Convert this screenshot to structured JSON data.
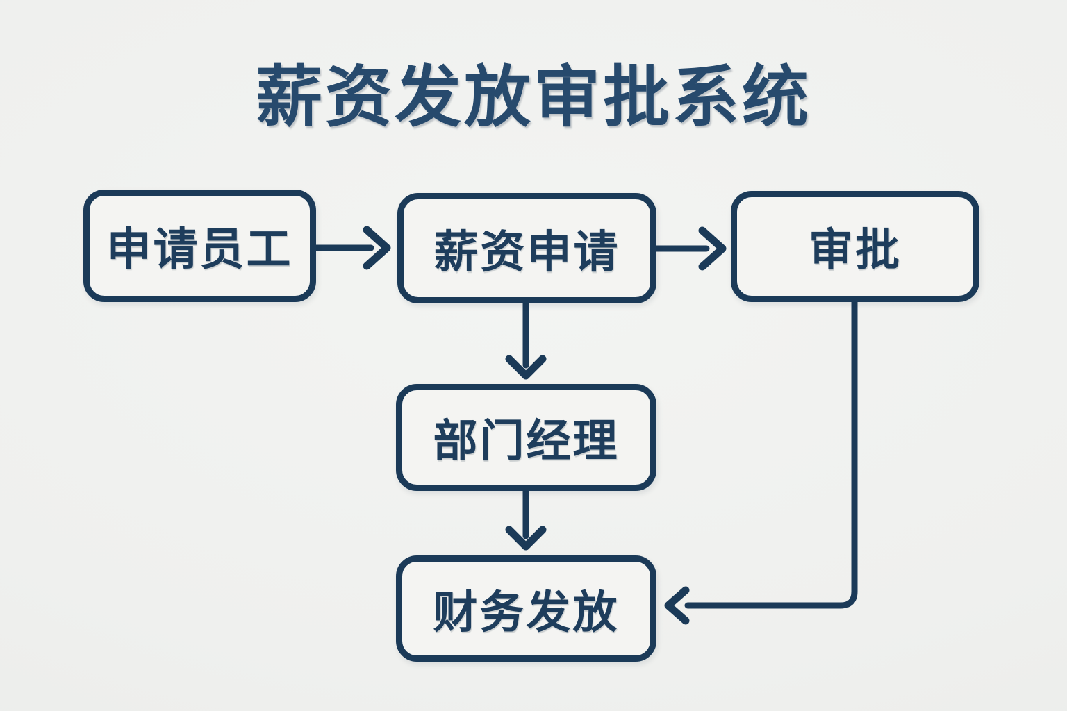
{
  "title": "薪资发放审批系统",
  "colors": {
    "background": "#eff0ee",
    "title_text": "#274a6d",
    "node_border": "#1b3a58",
    "node_text": "#1e3d5c",
    "node_fill": "#f4f4f2",
    "connector": "#1b3a58"
  },
  "diagram": {
    "type": "flowchart",
    "nodes": [
      {
        "id": "applicant",
        "label": "申请员工"
      },
      {
        "id": "salary-request",
        "label": "薪资申请"
      },
      {
        "id": "approval",
        "label": "审批"
      },
      {
        "id": "department-manager",
        "label": "部门经理"
      },
      {
        "id": "finance-payout",
        "label": "财务发放"
      }
    ],
    "edges": [
      {
        "from": "申请员工",
        "to": "薪资申请",
        "direction": "right"
      },
      {
        "from": "薪资申请",
        "to": "审批",
        "direction": "right"
      },
      {
        "from": "薪资申请",
        "to": "部门经理",
        "direction": "down"
      },
      {
        "from": "部门经理",
        "to": "财务发放",
        "direction": "down"
      },
      {
        "from": "审批",
        "to": "财务发放",
        "direction": "down-left"
      }
    ]
  }
}
